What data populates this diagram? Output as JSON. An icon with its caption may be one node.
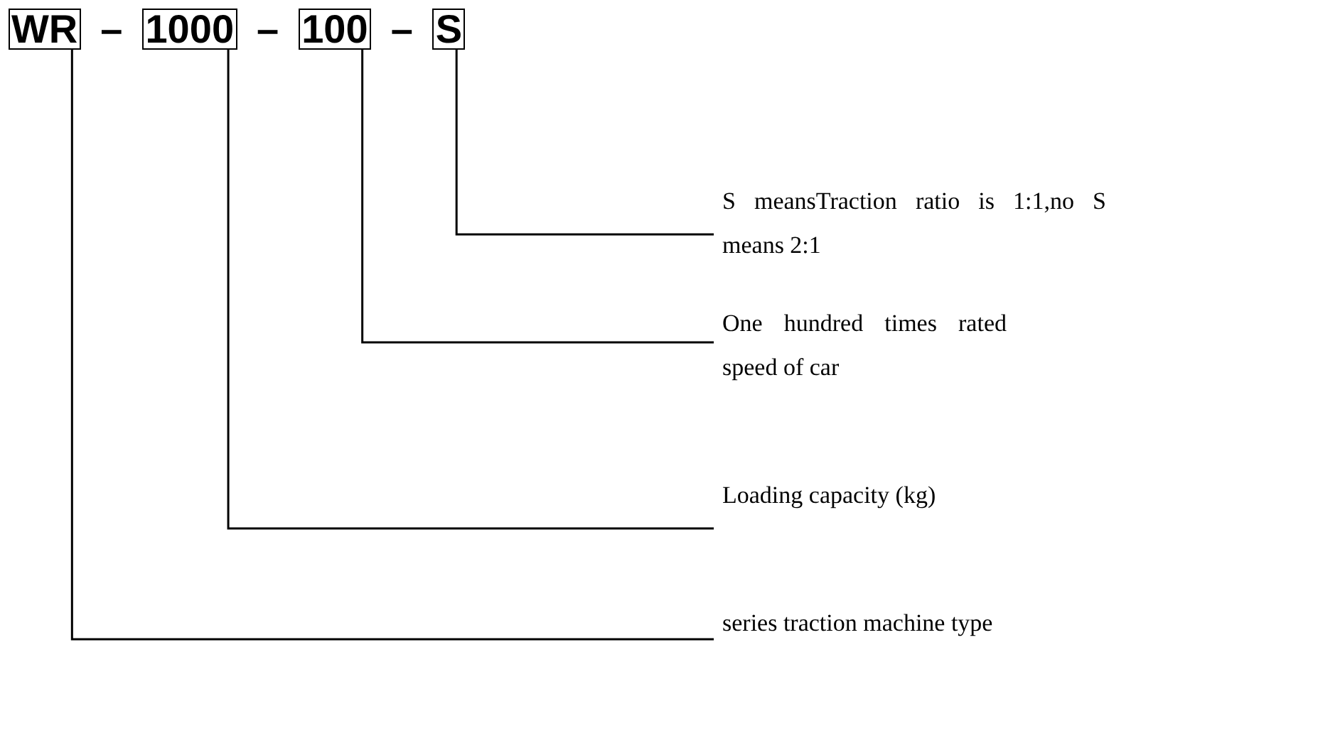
{
  "diagram": {
    "nodes": [
      {
        "text": [
          "WR"
        ]
      },
      {
        "text": [
          "1000"
        ]
      },
      {
        "text": [
          "100"
        ]
      },
      {
        "text": [
          "S"
        ]
      },
      {
        "text": [
          "S meansTraction ratio is 1:1,no S means 2:1"
        ]
      },
      {
        "text": [
          "One hundred times rated speed of car"
        ]
      },
      {
        "text": [
          "Loading capacity (kg)"
        ]
      },
      {
        "text": [
          "series traction machine type"
        ]
      }
    ],
    "edges": [
      {
        "from": 4,
        "to": 3,
        "arrow": "none"
      },
      {
        "from": 5,
        "to": 2,
        "arrow": "none"
      },
      {
        "from": 6,
        "to": 1,
        "arrow": "none"
      },
      {
        "from": 7,
        "to": 0,
        "arrow": "none"
      }
    ],
    "labels": [
      "–",
      "–",
      "–"
    ]
  }
}
